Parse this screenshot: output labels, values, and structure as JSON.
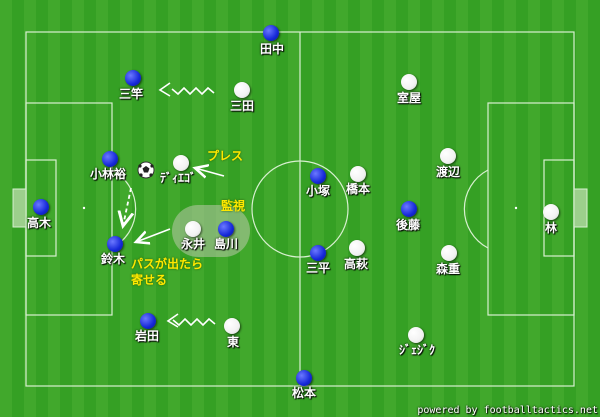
{
  "colors": {
    "field_light": "#3fa62a",
    "field_dark": "#329a22",
    "line": "#d8f0d0",
    "note": "#ffe800"
  },
  "blue_team": [
    {
      "id": "tanaka",
      "name": "田中"
    },
    {
      "id": "sanzao",
      "name": "三竿"
    },
    {
      "id": "kobayashi",
      "name": "小林裕"
    },
    {
      "id": "takagi",
      "name": "高木"
    },
    {
      "id": "suzuki",
      "name": "鈴木"
    },
    {
      "id": "shimakawa",
      "name": "島川"
    },
    {
      "id": "iwata",
      "name": "岩田"
    },
    {
      "id": "kozuka",
      "name": "小塚"
    },
    {
      "id": "sanpei",
      "name": "三平"
    },
    {
      "id": "goto",
      "name": "後藤"
    },
    {
      "id": "matsumoto",
      "name": "松本"
    }
  ],
  "white_team": [
    {
      "id": "mita",
      "name": "三田"
    },
    {
      "id": "muroya",
      "name": "室屋"
    },
    {
      "id": "diego",
      "name": "ﾃﾞｨｴｺﾞ"
    },
    {
      "id": "watanabe",
      "name": "渡辺"
    },
    {
      "id": "hashimoto",
      "name": "橋本"
    },
    {
      "id": "nagai",
      "name": "永井"
    },
    {
      "id": "takahagi",
      "name": "高萩"
    },
    {
      "id": "morishige",
      "name": "森重"
    },
    {
      "id": "hayashi",
      "name": "林"
    },
    {
      "id": "higashi",
      "name": "東"
    },
    {
      "id": "jesiel",
      "name": "ｼﾞｪｼﾞｸ"
    }
  ],
  "notes": {
    "press": "プレス",
    "watch": "監視",
    "pass_line1": "パスが出たら",
    "pass_line2": "寄せる"
  },
  "credit": "powered by footballtactics.net"
}
